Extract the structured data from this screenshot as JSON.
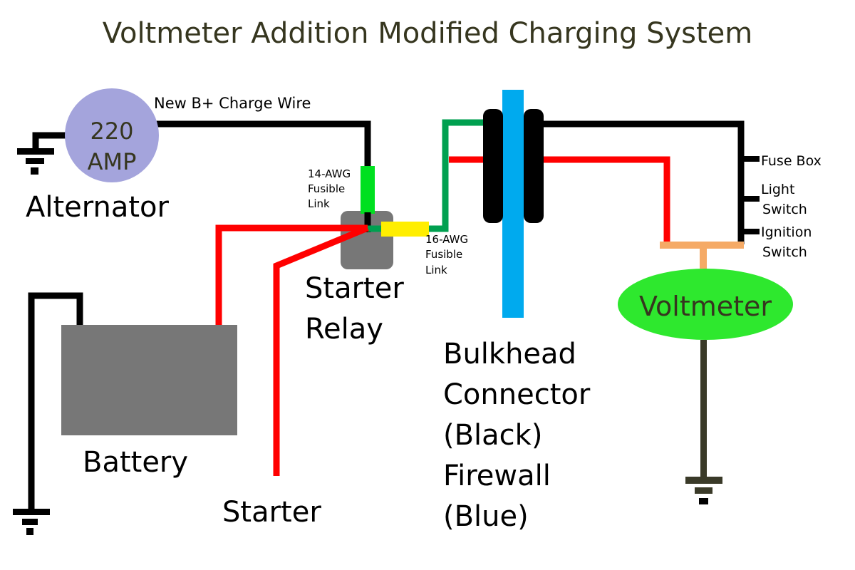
{
  "title": "Voltmeter Addition Modified Charging System",
  "colors": {
    "charge_wire": "#000000",
    "power_wire": "#ff0000",
    "fusible_link_14": "#00e020",
    "fusible_link_16": "#ffee00",
    "green_wire": "#00a050",
    "firewall": "#00aaee",
    "bulkhead": "#000000",
    "alternator": "#a4a4dc",
    "voltmeter": "#2ee82e",
    "voltmeter_feed": "#f5aa66",
    "ground_wire": "#3a3a28",
    "battery": "#777777",
    "relay": "#777777"
  },
  "alternator": {
    "rating_line1": "220",
    "rating_line2": "AMP",
    "label": "Alternator"
  },
  "charge_wire_label": "New B+ Charge Wire",
  "fusible_link_14": {
    "line1": "14-AWG",
    "line2": "Fusible",
    "line3": "Link"
  },
  "fusible_link_16": {
    "line1": "16-AWG",
    "line2": "Fusible",
    "line3": "Link"
  },
  "starter_relay": {
    "line1": "Starter",
    "line2": "Relay"
  },
  "battery": {
    "label": "Battery"
  },
  "starter": {
    "label": "Starter"
  },
  "bulkhead": {
    "line1": "Bulkhead",
    "line2": "Connector",
    "line3": "(Black)",
    "line4": "Firewall",
    "line5": "(Blue)"
  },
  "outputs": [
    {
      "line1": "Fuse Box",
      "line2": ""
    },
    {
      "line1": "Light",
      "line2": "Switch"
    },
    {
      "line1": "Ignition",
      "line2": "Switch"
    }
  ],
  "voltmeter": {
    "label": "Voltmeter"
  }
}
